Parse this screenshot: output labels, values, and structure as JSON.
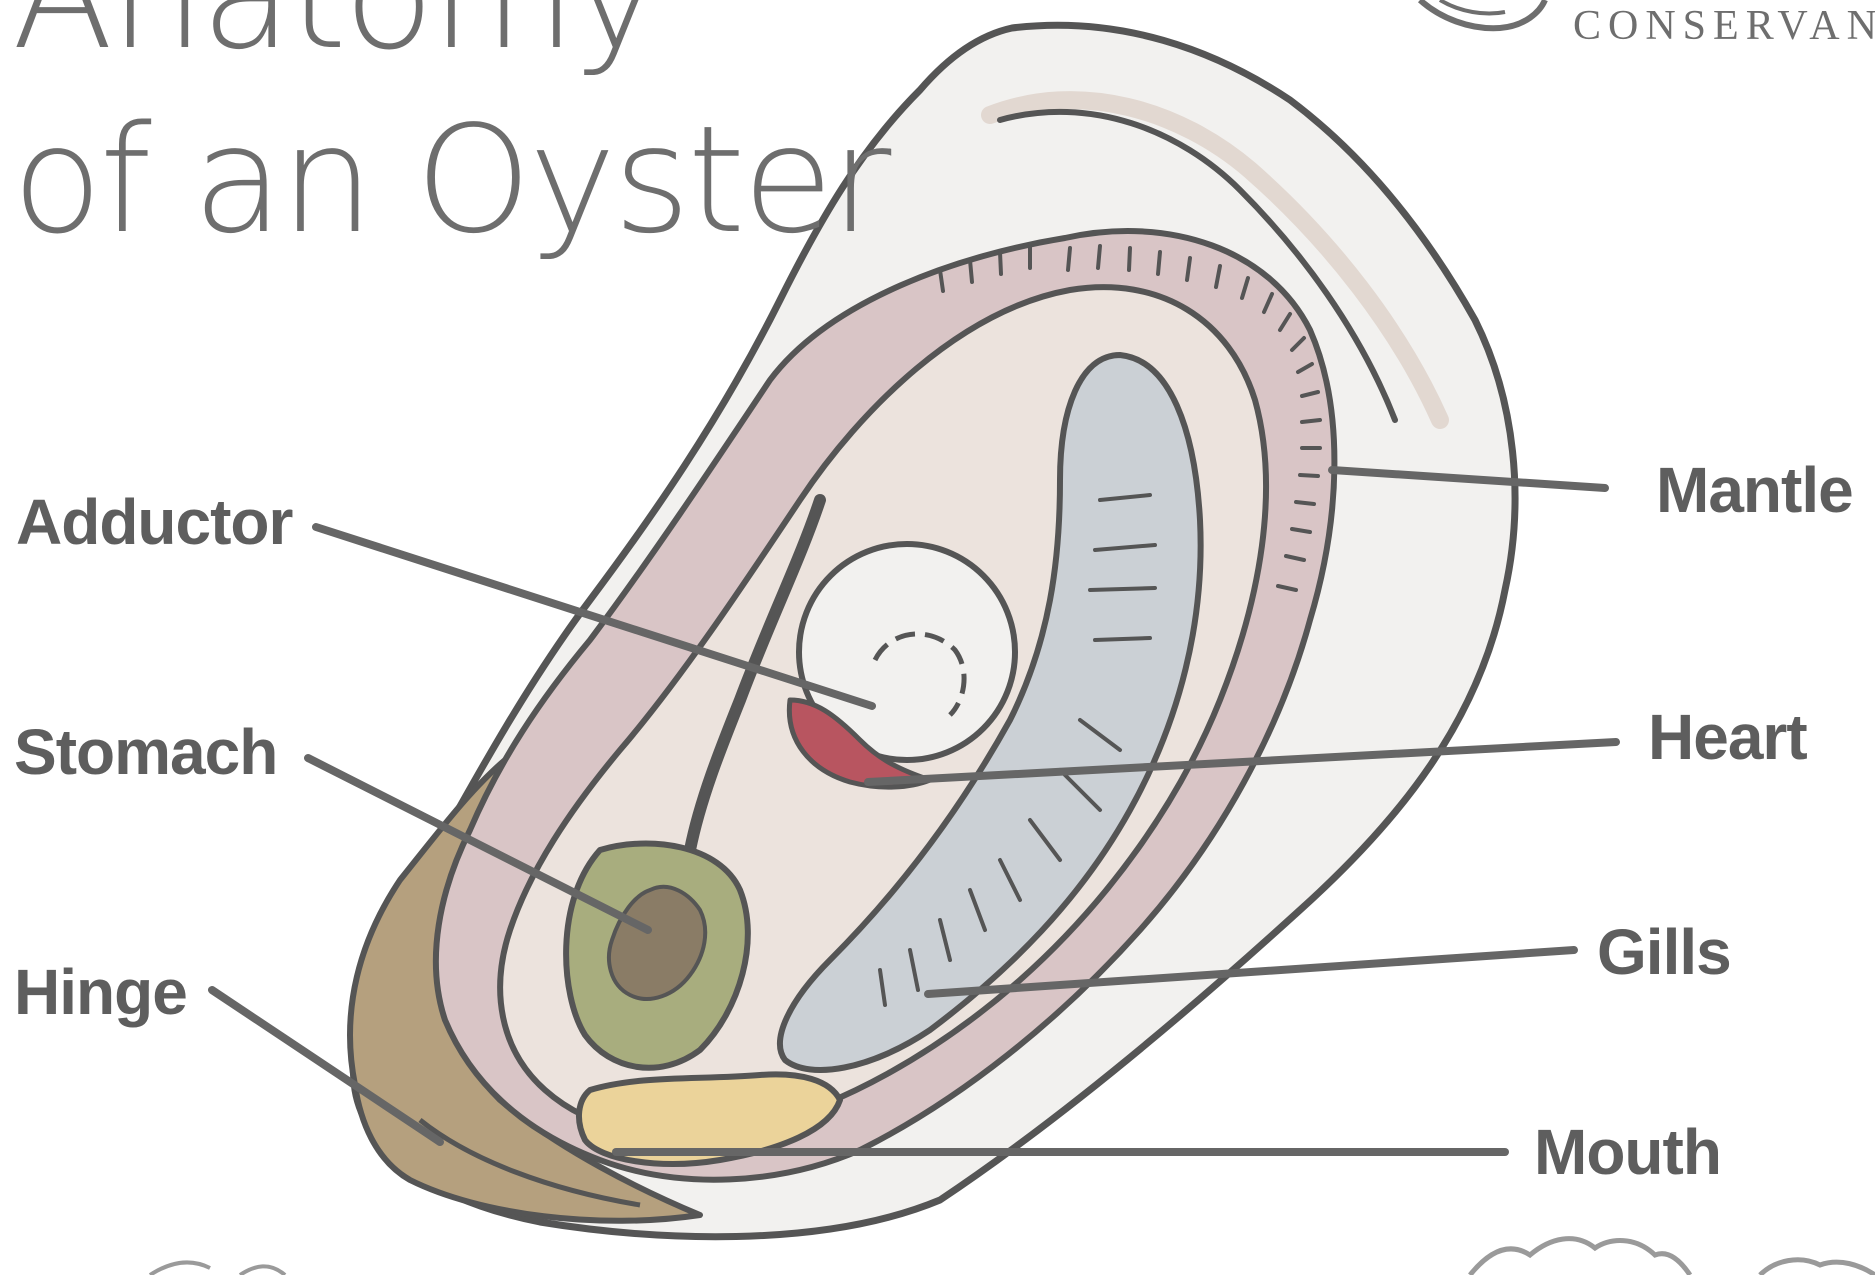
{
  "title": {
    "line1": "Anatomy",
    "line2": "of an Oyster"
  },
  "logo": {
    "text": "CONSERVAN"
  },
  "labels": {
    "adductor": "Adductor",
    "stomach": "Stomach",
    "hinge": "Hinge",
    "mantle": "Mantle",
    "heart": "Heart",
    "gills": "Gills",
    "mouth": "Mouth"
  },
  "colors": {
    "outline": "#555555",
    "shell": "#f2f1ef",
    "shell_rim": "#e2d8d1",
    "mantle": "#d9c5c6",
    "inner_body": "#ece3dd",
    "gills": "#cbd0d5",
    "heart": "#b85560",
    "stomach": "#a8ad7e",
    "stomach_core": "#8a7c66",
    "hinge": "#b5a07e",
    "mouth": "#ebd39a",
    "leader_line": "#666666",
    "label_text": "#5e5e5e"
  }
}
